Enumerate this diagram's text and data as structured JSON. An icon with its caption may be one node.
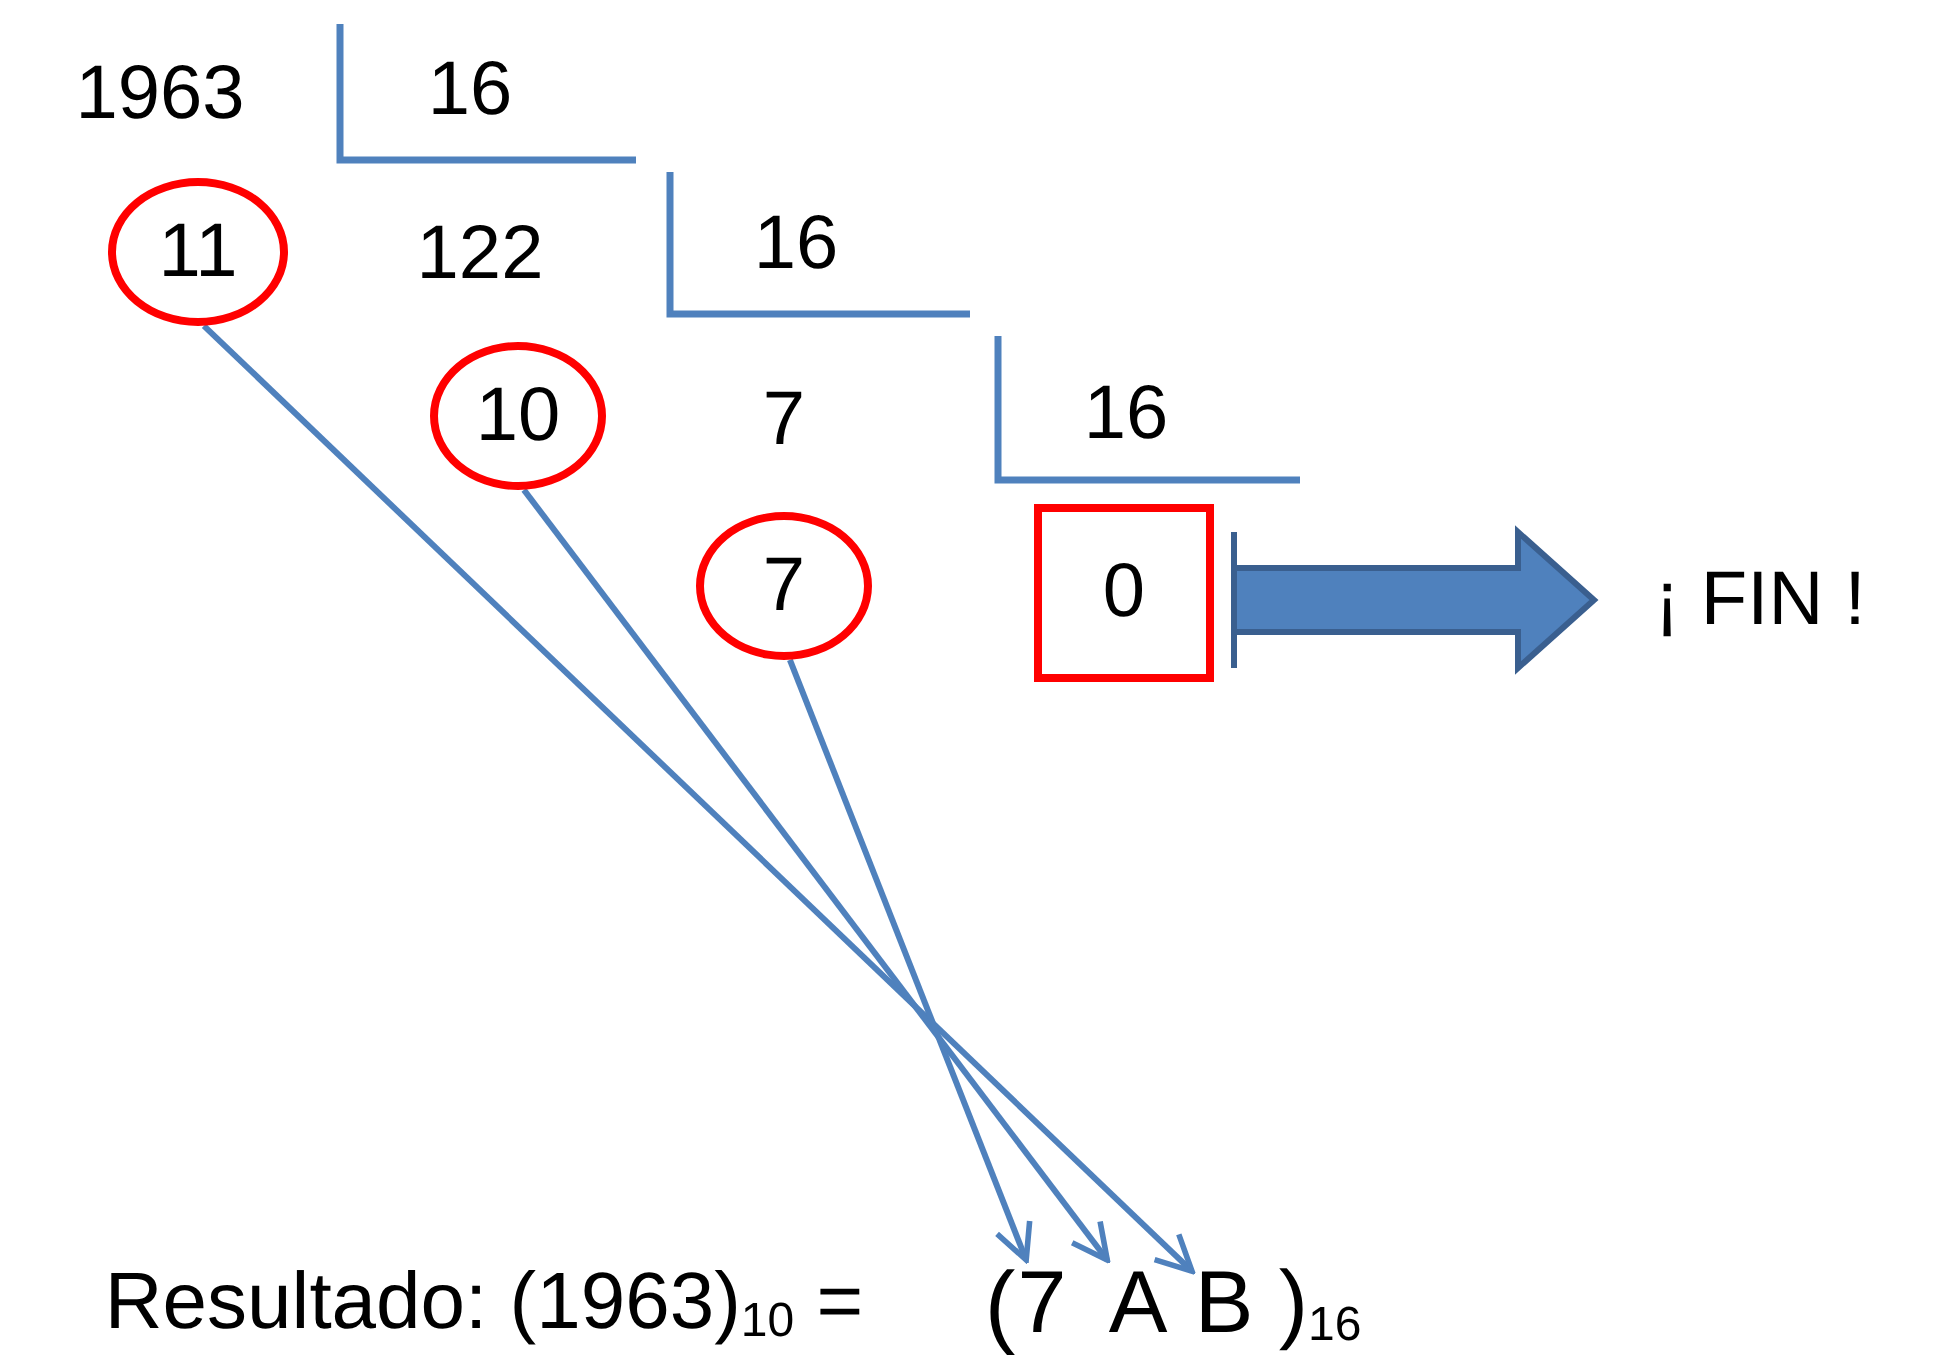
{
  "diagram": {
    "nodes": [
      {
        "text": [
          "11"
        ]
      },
      {
        "text": [
          "10"
        ]
      },
      {
        "text": [
          "7"
        ]
      },
      {
        "text": [
          "0"
        ]
      },
      {
        "text": [
          "¡ FIN !"
        ]
      },
      {
        "text": [
          "7"
        ]
      },
      {
        "text": [
          "A"
        ]
      },
      {
        "text": [
          "B"
        ]
      }
    ],
    "edges": [
      {
        "from": 0,
        "to": 7,
        "arrow": "to"
      },
      {
        "from": 1,
        "to": 6,
        "arrow": "to"
      },
      {
        "from": 2,
        "to": 5,
        "arrow": "to"
      },
      {
        "from": 3,
        "to": 4,
        "arrow": "to",
        "style": "thick"
      }
    ],
    "labels": [
      "1963",
      "16",
      "122",
      "16",
      "7",
      "16",
      "Resultado: (1963)$_{10}$ =",
      "(",
      ")$_{16}$"
    ]
  }
}
